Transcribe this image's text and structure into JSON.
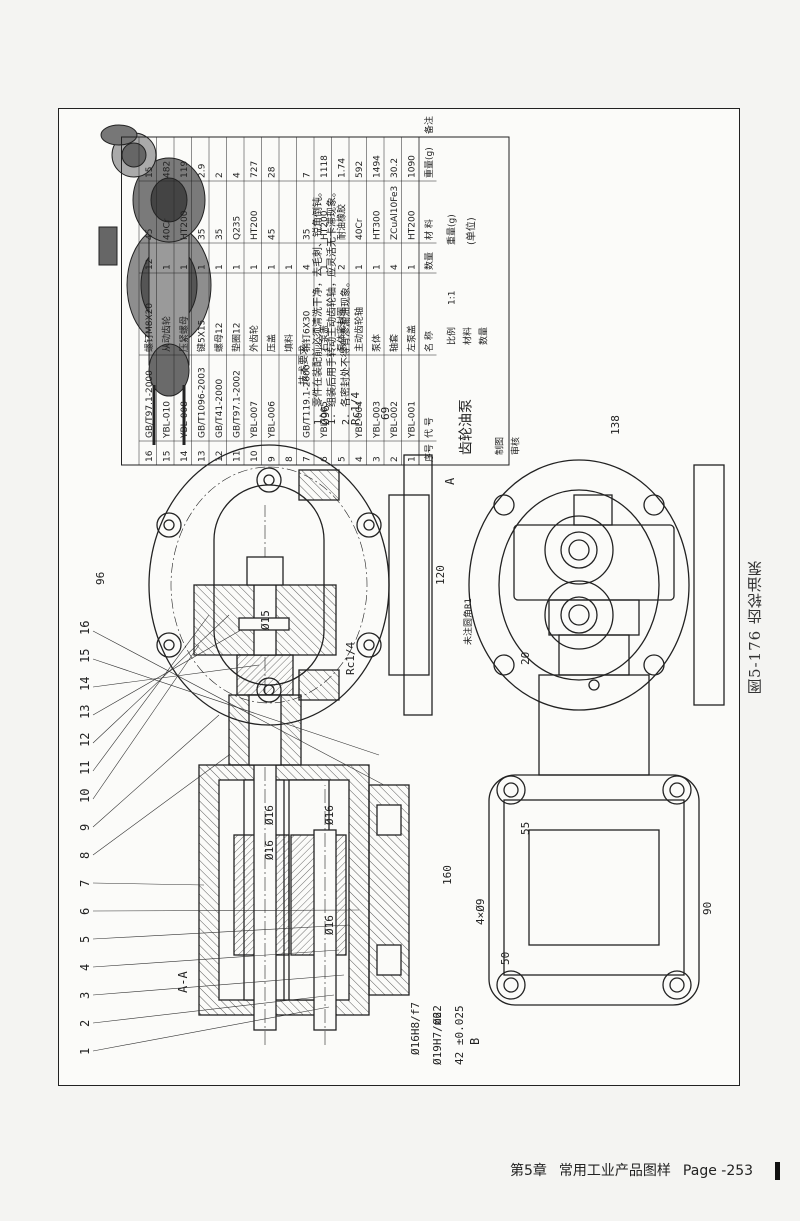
{
  "figure": {
    "caption": "图5-176  齿轮油泵"
  },
  "footer": {
    "chapter": "第5章",
    "title": "常用工业产品图样",
    "page": "Page -253"
  },
  "section_label": "A-A",
  "section_marks": {
    "a": "A",
    "b": "B"
  },
  "part_numbers": [
    "1",
    "2",
    "3",
    "4",
    "5",
    "6",
    "7",
    "8",
    "9",
    "10",
    "11",
    "12",
    "13",
    "14",
    "15",
    "16"
  ],
  "dimensions": {
    "d96_top": "96",
    "d120": "120",
    "d69": "69",
    "phi96": "Ø96",
    "rc14_top": "Rc1/4",
    "rc14_side": "Rc1/4",
    "phi15": "Ø15",
    "d20": "20",
    "d55": "55",
    "d50": "50",
    "d160": "160",
    "d138": "138",
    "d90": "90",
    "holes": "4×Ø9",
    "phi22": "Ø22",
    "phi16h8": "Ø16H8/f7",
    "phi19": "Ø19H7/m6",
    "d42": "42 ±0.025",
    "phi16a": "Ø16",
    "phi16b": "Ø16",
    "phi16c": "Ø16",
    "phi16d": "Ø16",
    "view_label": "未注圆角R1"
  },
  "tech_req": {
    "title": "技术要求",
    "items": [
      "1. 零件在装配前必须清洗干净，去毛刺、锐角倒钝。",
      "1. 组装后用手转动主动齿轮轴，应灵活无卡滞现象。",
      "2. 各密封处不得有渗漏油现象。"
    ]
  },
  "bom": {
    "header": [
      "序号",
      "代  号",
      "名  称",
      "数量",
      "材  料",
      "重量(g)",
      "备注"
    ],
    "rows": [
      [
        "16",
        "GB/T97.1-2000",
        "螺钉M8X20",
        "12",
        "45",
        "15"
      ],
      [
        "15",
        "YBL-010",
        "从动齿轮",
        "1",
        "40Cr",
        "482"
      ],
      [
        "14",
        "YBL-008",
        "压紧螺母",
        "1",
        "HT200",
        "119"
      ],
      [
        "13",
        "GB/T1096-2003",
        "键5X15",
        "1",
        "35",
        "2.9"
      ],
      [
        "12",
        "GB/T41-2000",
        "螺母12",
        "1",
        "35",
        "2"
      ],
      [
        "11",
        "GB/T97.1-2002",
        "垫圈12",
        "1",
        "Q235",
        "4"
      ],
      [
        "10",
        "YBL-007",
        "外齿轮",
        "1",
        "HT200",
        "727"
      ],
      [
        "9",
        "YBL-006",
        "压盖",
        "1",
        "45",
        "28"
      ],
      [
        "8",
        "",
        "填料",
        "1",
        "",
        ""
      ],
      [
        "7",
        "GB/T119.1-2000",
        "销钉6X30",
        "4",
        "35",
        "7"
      ],
      [
        "6",
        "YBL-005",
        "右泵盖",
        "1",
        "HT200",
        "1118"
      ],
      [
        "5",
        "",
        "泵体密封圈",
        "2",
        "耐油橡胶",
        "1.74"
      ],
      [
        "4",
        "YBL-004",
        "主动齿轮轴",
        "1",
        "40Cr",
        "592"
      ],
      [
        "3",
        "YBL-003",
        "泵体",
        "1",
        "HT300",
        "1494"
      ],
      [
        "2",
        "YBL-002",
        "轴套",
        "4",
        "ZCuAl10Fe3",
        "30.2"
      ],
      [
        "1",
        "YBL-001",
        "左泵盖",
        "1",
        "HT200",
        "1090"
      ]
    ],
    "title_block": {
      "name": "齿轮油泵",
      "scale_label": "比例",
      "scale": "1:1",
      "material_label": "材料",
      "qty_label": "数量",
      "weight_label": "重量(g)",
      "unit": "(单位)",
      "drawn": "制图",
      "checked": "审核"
    }
  }
}
